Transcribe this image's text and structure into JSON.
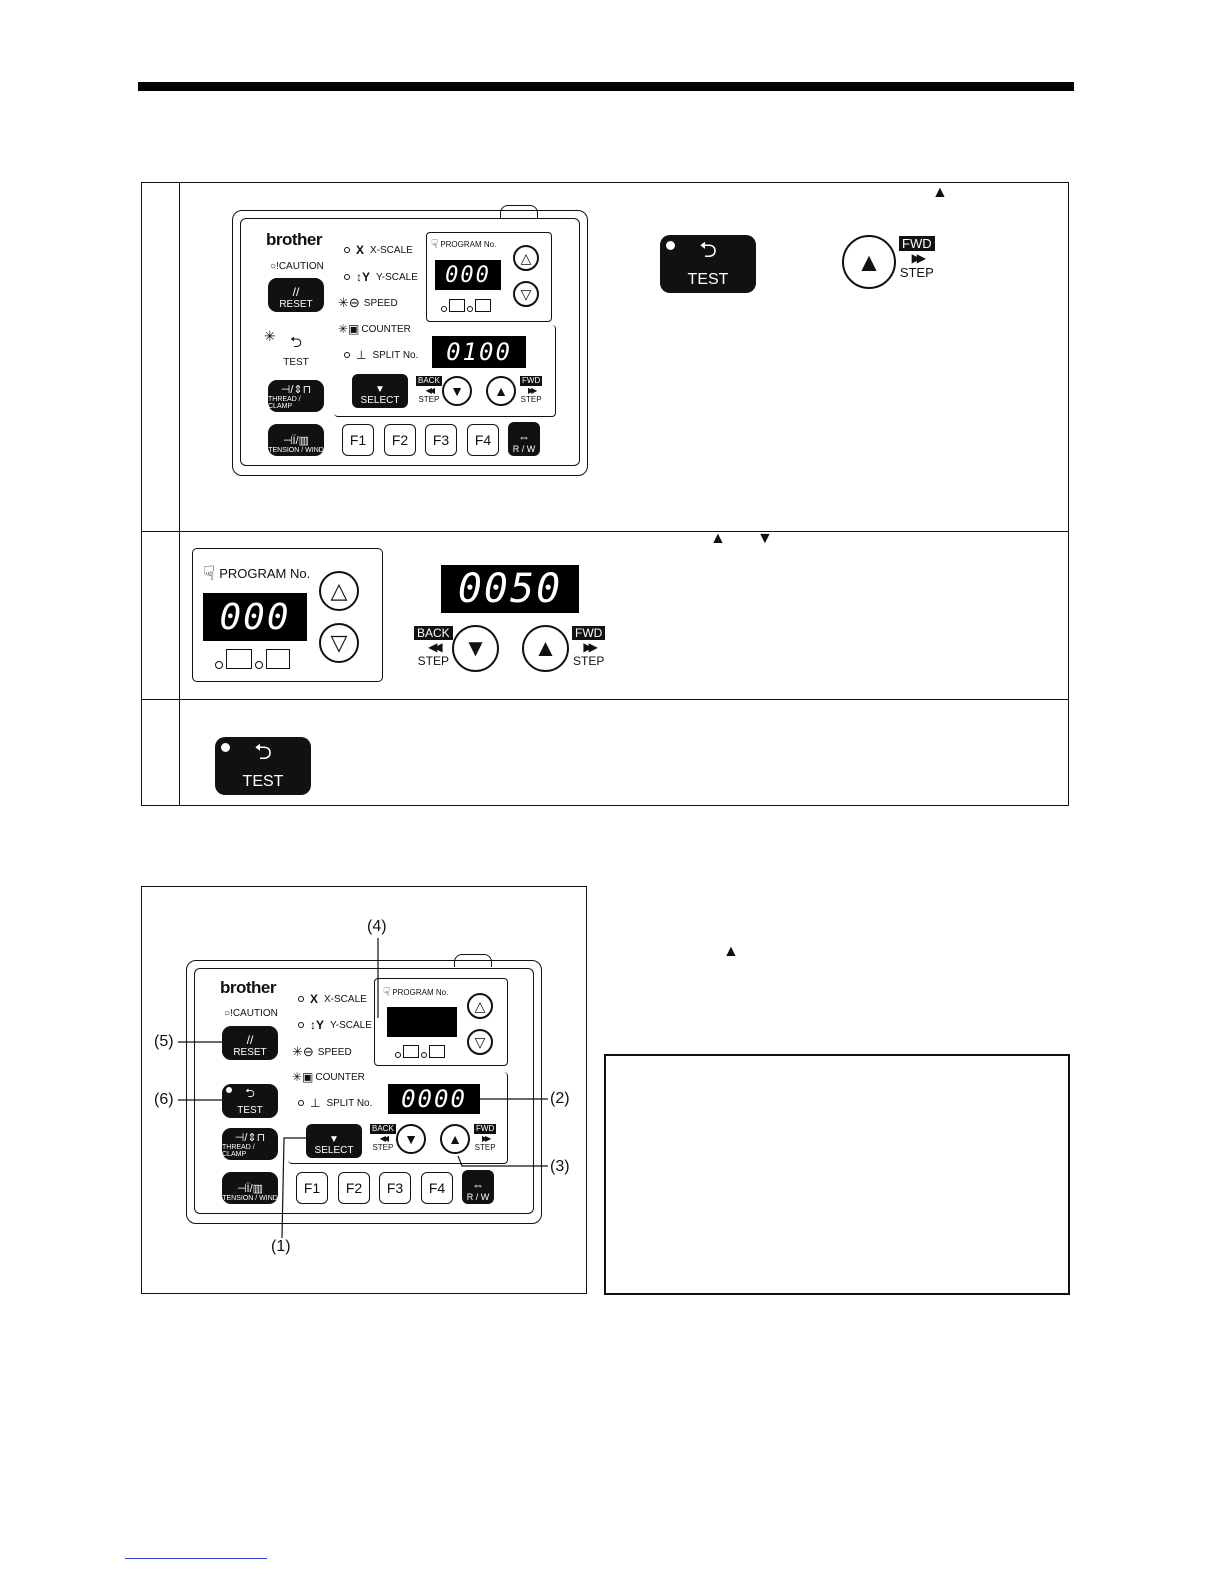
{
  "panel": {
    "brand": "brother",
    "caution": "CAUTION",
    "reset": "RESET",
    "test": "TEST",
    "thread_clamp": "THREAD / CLAMP",
    "tension_wind": "TENSION / WIND",
    "x_scale": "X-SCALE",
    "y_scale": "Y-SCALE",
    "speed": "SPEED",
    "counter": "COUNTER",
    "split_no": "SPLIT No.",
    "program_no": "PROGRAM No.",
    "program_display": "000",
    "main_display": "0100",
    "select": "SELECT",
    "back": "BACK",
    "fwd": "FWD",
    "step": "STEP",
    "f1": "F1",
    "f2": "F2",
    "f3": "F3",
    "f4": "F4",
    "rw": "R / W"
  },
  "row1": {
    "test_label": "TEST",
    "fwd_label": "FWD",
    "step_label": "STEP"
  },
  "row2": {
    "program_no": "PROGRAM No.",
    "program_display": "000",
    "value_display": "0050",
    "back": "BACK",
    "fwd": "FWD",
    "step": "STEP"
  },
  "row3": {
    "test_label": "TEST"
  },
  "figure": {
    "main_display": "0000",
    "callouts": [
      "(1)",
      "(2)",
      "(3)",
      "(4)",
      "(5)",
      "(6)"
    ]
  },
  "icons": {
    "up_triangle": "▲",
    "down_triangle": "▼",
    "up_outline": "△",
    "down_outline": "▽",
    "fast_forward": "▶▶",
    "rewind": "◀◀"
  }
}
